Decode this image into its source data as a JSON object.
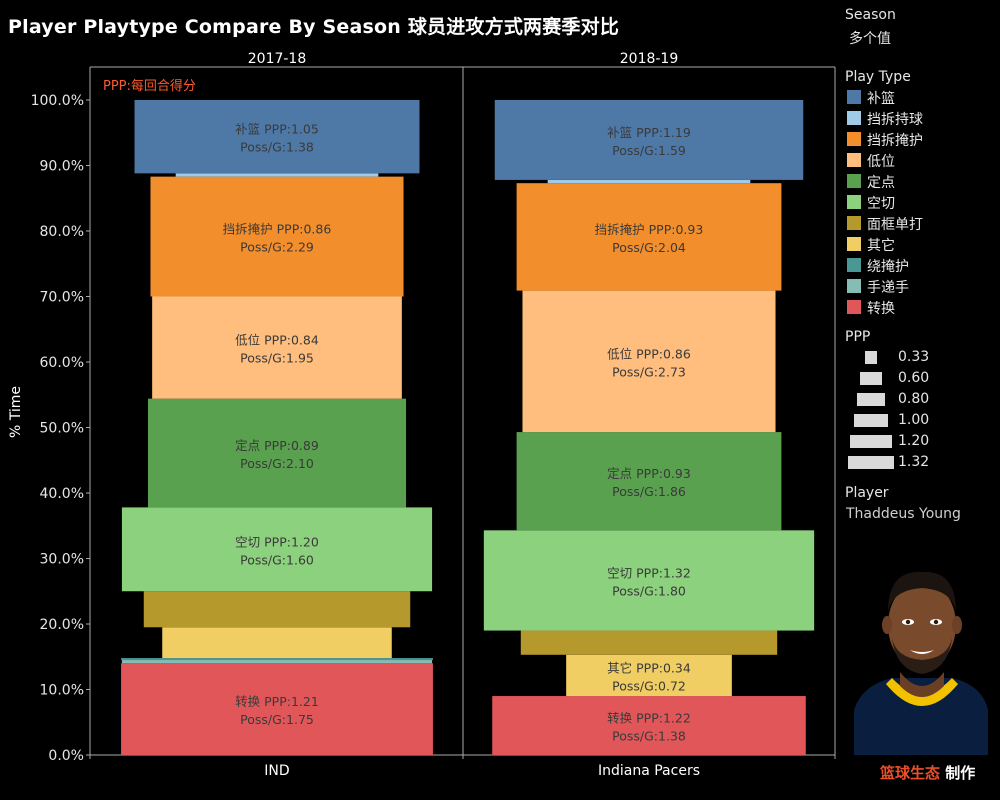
{
  "title": "Player Playtype Compare By Season 球员进攻方式两赛季对比",
  "annotation": "PPP:每回合得分",
  "legend": {
    "season_title": "Season",
    "season_value": "多个值",
    "playtype_title": "Play Type",
    "ppp_title": "PPP",
    "ppp_sizes": [
      "0.33",
      "0.60",
      "0.80",
      "1.00",
      "1.20",
      "1.32"
    ],
    "player_title": "Player",
    "player_value": "Thaddeus Young"
  },
  "credit": {
    "part1": "篮球生态",
    "part2": "制作"
  },
  "chart_data": {
    "type": "bar",
    "ylabel": "% Time",
    "ylim": [
      0,
      100
    ],
    "yticks": [
      "0.0%",
      "10.0%",
      "20.0%",
      "30.0%",
      "40.0%",
      "50.0%",
      "60.0%",
      "70.0%",
      "80.0%",
      "90.0%",
      "100.0%"
    ],
    "play_types": [
      {
        "name": "补篮",
        "color": "#4e79a7"
      },
      {
        "name": "挡拆持球",
        "color": "#a0cbe8"
      },
      {
        "name": "挡拆掩护",
        "color": "#f28e2b"
      },
      {
        "name": "低位",
        "color": "#ffbe7d"
      },
      {
        "name": "定点",
        "color": "#59a14f"
      },
      {
        "name": "空切",
        "color": "#8cd17d"
      },
      {
        "name": "面框单打",
        "color": "#b6992d"
      },
      {
        "name": "其它",
        "color": "#f1ce63"
      },
      {
        "name": "绕掩护",
        "color": "#499894"
      },
      {
        "name": "手递手",
        "color": "#86bcb6"
      },
      {
        "name": "转换",
        "color": "#e15759"
      }
    ],
    "panels": [
      {
        "season": "2017-18",
        "team": "IND",
        "segments": [
          {
            "type": "转换",
            "from": 0.0,
            "to": 14.0,
            "ppp": 1.21,
            "poss": 1.75,
            "label": true
          },
          {
            "type": "手递手",
            "from": 14.0,
            "to": 14.5,
            "ppp": 1.2,
            "label": false
          },
          {
            "type": "绕掩护",
            "from": 14.5,
            "to": 14.8,
            "ppp": 1.21,
            "label": false
          },
          {
            "type": "其它",
            "from": 14.8,
            "to": 19.5,
            "ppp": 0.72,
            "label": false
          },
          {
            "type": "面框单打",
            "from": 19.5,
            "to": 25.0,
            "ppp": 0.94,
            "label": false
          },
          {
            "type": "空切",
            "from": 25.0,
            "to": 37.8,
            "ppp": 1.2,
            "poss": 1.6,
            "label": true
          },
          {
            "type": "定点",
            "from": 37.8,
            "to": 54.4,
            "ppp": 0.89,
            "poss": 2.1,
            "label": true
          },
          {
            "type": "低位",
            "from": 54.4,
            "to": 70.0,
            "ppp": 0.84,
            "poss": 1.95,
            "label": true
          },
          {
            "type": "挡拆掩护",
            "from": 70.0,
            "to": 88.3,
            "ppp": 0.86,
            "poss": 2.29,
            "label": true
          },
          {
            "type": "挡拆持球",
            "from": 88.3,
            "to": 88.8,
            "ppp": 0.56,
            "label": false
          },
          {
            "type": "补篮",
            "from": 88.8,
            "to": 100.0,
            "ppp": 1.05,
            "poss": 1.38,
            "label": true
          }
        ]
      },
      {
        "season": "2018-19",
        "team": "Indiana Pacers",
        "segments": [
          {
            "type": "转换",
            "from": 0.0,
            "to": 9.0,
            "ppp": 1.22,
            "poss": 1.38,
            "label": true
          },
          {
            "type": "其它",
            "from": 9.0,
            "to": 15.3,
            "ppp": 0.34,
            "poss": 0.72,
            "label": true
          },
          {
            "type": "面框单打",
            "from": 15.3,
            "to": 19.0,
            "ppp": 0.88,
            "label": false
          },
          {
            "type": "空切",
            "from": 19.0,
            "to": 34.3,
            "ppp": 1.32,
            "poss": 1.8,
            "label": true
          },
          {
            "type": "定点",
            "from": 34.3,
            "to": 49.3,
            "ppp": 0.93,
            "poss": 1.86,
            "label": true
          },
          {
            "type": "低位",
            "from": 49.3,
            "to": 70.9,
            "ppp": 0.86,
            "poss": 2.73,
            "label": true
          },
          {
            "type": "挡拆掩护",
            "from": 70.9,
            "to": 87.3,
            "ppp": 0.93,
            "poss": 2.04,
            "label": true
          },
          {
            "type": "挡拆持球",
            "from": 87.3,
            "to": 87.8,
            "ppp": 0.56,
            "label": false
          },
          {
            "type": "补篮",
            "from": 87.8,
            "to": 100.0,
            "ppp": 1.19,
            "poss": 1.59,
            "label": true
          }
        ]
      }
    ]
  }
}
